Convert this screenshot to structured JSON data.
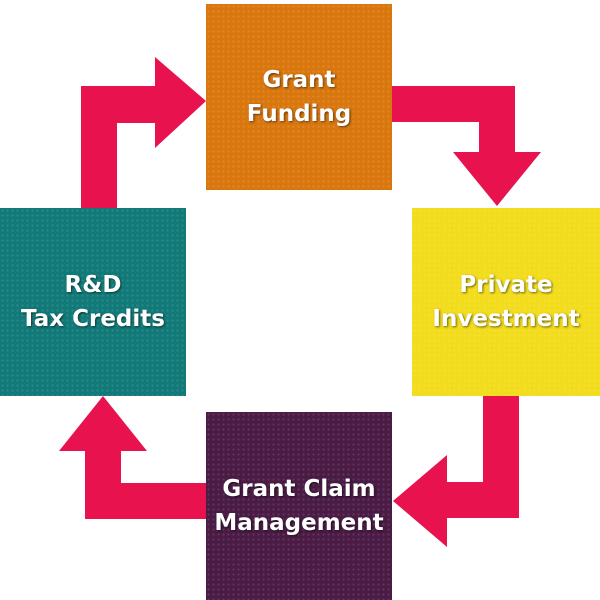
{
  "colors": {
    "arrow": "#e8124f",
    "grant_funding": "#d9770e",
    "private_investment": "#f2dc1c",
    "grant_claim_management": "#4a1b45",
    "rd_tax_credits": "#117a78"
  },
  "boxes": {
    "grant_funding": {
      "label": "Grant\nFunding"
    },
    "private_investment": {
      "label": "Private\nInvestment"
    },
    "grant_claim_management": {
      "label": "Grant Claim\nManagement"
    },
    "rd_tax_credits": {
      "label": "R&D\nTax Credits"
    }
  }
}
